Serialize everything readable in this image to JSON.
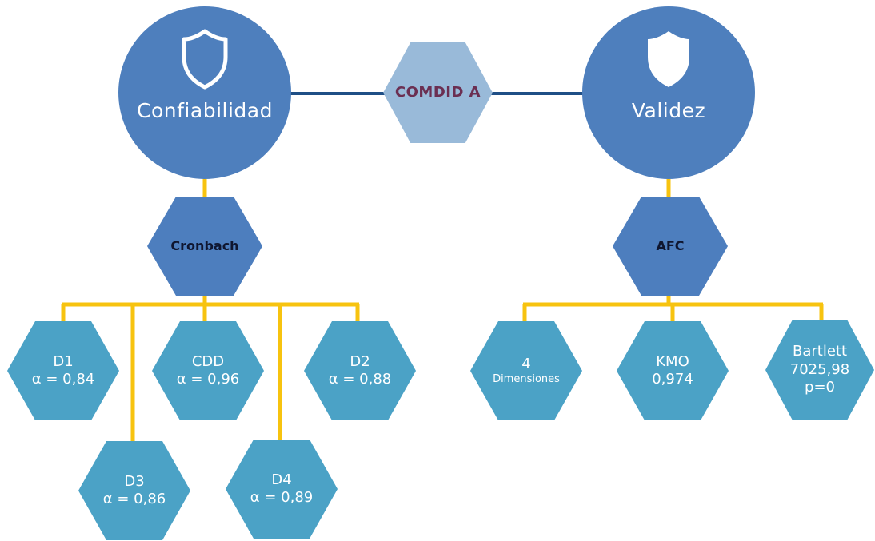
{
  "center": {
    "label": "COMDID A"
  },
  "left_root": {
    "label": "Confiabilidad",
    "icon": "shield-outline-icon"
  },
  "right_root": {
    "label": "Validez",
    "icon": "shield-filled-icon"
  },
  "left_method": {
    "label": "Cronbach"
  },
  "right_method": {
    "label": "AFC"
  },
  "left_leaves": [
    {
      "name": "D1",
      "value": "α = 0,84"
    },
    {
      "name": "CDD",
      "value": "α = 0,96"
    },
    {
      "name": "D2",
      "value": "α = 0,88"
    },
    {
      "name": "D3",
      "value": "α = 0,86"
    },
    {
      "name": "D4",
      "value": "α = 0,89"
    }
  ],
  "right_leaves": [
    {
      "line1": "4",
      "line2": "Dimensiones"
    },
    {
      "line1": "KMO",
      "line2": "0,974"
    },
    {
      "line1": "Bartlett",
      "line2": "7025,98",
      "line3": "p=0"
    }
  ],
  "colors": {
    "circle": "#4e7fbd",
    "method_hex": "#4d7ebe",
    "center_hex": "#99bad9",
    "leaf_hex": "#4ba2c6",
    "connector_blue": "#1f4f86",
    "connector_yellow": "#f7c30f"
  }
}
